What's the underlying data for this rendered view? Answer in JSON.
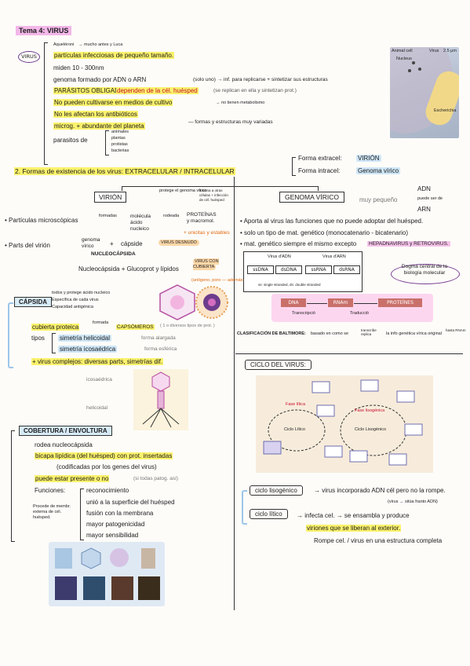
{
  "title": "Tema 4: VIRUS",
  "virus_label": "VIRUS",
  "intro": {
    "descoberta": "Aqueléroni",
    "descoberta_nota": "→ mucho antes y Luca",
    "items": [
      "partículas infecciosas de pequeño tamaño.",
      "miden 10 - 300nm",
      "genoma formado por ADN o ARN",
      "(solo uno) → inf. para replicarse + sintetizar sus estructuras",
      "PARÁSITOS OBLIGADOS:",
      "dependen de la cél. huésped",
      "(se replican en ella y sintetizan prot.)",
      "No pueden cultivarse en medios de cultivo",
      "→ no tienen metabolismo",
      "No les afectan los antibióticos",
      "microg. + abundante del planeta",
      "— formas y estructuras muy variadas",
      "parasitos de"
    ],
    "hosts": [
      "animales",
      "plantas",
      "protistas",
      "bacterias"
    ]
  },
  "photo_labels": {
    "animal": "Animal cell",
    "virus": "Virus",
    "size": "2.5 μm",
    "nucleus": "Nucleus",
    "bacterium": "Escherichia"
  },
  "section2": {
    "title": "2. Formas de existencia de los virus: EXTRACELULAR / INTRACELULAR",
    "extracel": "Forma extracel:",
    "virion_tag": "VIRIÓN",
    "intracel": "Forma intracel:",
    "genoma_tag": "Genoma vírico"
  },
  "virion": {
    "title": "VIRIÓN",
    "note": "protege el genoma vírico",
    "side_note": "fusiona a otras células + infección de cél. huésped",
    "particulas": "Partículas microscópicas",
    "formadas": "formadas",
    "molecula": "molécula ácido nucleico",
    "rodeada": "rodeada",
    "proteinas": "PROTEÍNAS y macromol.",
    "parts": "Parts del virión",
    "genoma": "genoma vírico",
    "capside": "cápside",
    "virus_desnudo": "VIRUS DESNUDO",
    "nucleocapsida": "NUCLEOCÁPSIDA",
    "unicitas": "+ unicitas y estables",
    "virus_con_cubierta": "VIRUS CON CUBIERTA",
    "nucleocap_sum": "Nucleocápsida + Glucoprot y lípidos",
    "fotograf_note": "(antígeno, poro — además)"
  },
  "capsida": {
    "title": "CÁPSIDA",
    "notes": [
      "todos y protege ácido nucleico",
      "Específica de cada virus",
      "Capacidad antigénica"
    ],
    "cubierta": "cubierta proteica",
    "formada": "formada",
    "capsomeros": "CAPSÓMEROS",
    "capsomeros_note": "( 1 o diversos tipos de prot. )",
    "tipos": "tipos",
    "simetria_helicoidal": "simetría helicoidal",
    "helicoidal_note": "forma alargada",
    "simetria_icosaedrica": "simetría icosaédrica",
    "icosaedrica_note": "forma esférica",
    "complejos": "+ virus complejos: diversas parts, simetrías dif.",
    "icosaedrica_label": "icosaédrica",
    "helicoidal_label": "helicoidal"
  },
  "cobertura": {
    "title": "COBERTURA / ENVOLTURA",
    "items": [
      "rodea nucleocápsida",
      "bicapa lipídica (del huésped) con prot. insertadas",
      "(codificadas por los genes del virus)",
      "puede estar presente o no",
      "(si todas patog. así)",
      "Funciones:"
    ],
    "funciones": [
      "reconocimiento",
      "unió a la superficie del huésped",
      "fusión con la membrana",
      "mayor patogenicidad",
      "mayor sensibilidad"
    ],
    "side": "Procede de membr. externa de cél. huésped."
  },
  "genoma": {
    "title": "GENOMA VÍRICO",
    "muy_pequeno": "muy pequeño",
    "adn": "ADN",
    "puede_ser": "puede ser de",
    "arn": "ARN",
    "b1": "Aporta al virus las funciones que no puede adoptar del huésped.",
    "b2": "solo un tipo de mat. genético (monocatenario - bicatenario)",
    "b3": "mat. genético siempre el mismo excepto",
    "hepadnavirus": "HEPADNAVIRUS y RETROVIRUS.",
    "adn_head": "Virus d'ADN",
    "arn_head": "Virus d'ARN",
    "types": [
      "ssDNA",
      "dsDNA",
      "ssRNA",
      "dsRNA"
    ],
    "legend": "ss: single stranded, ds: double stranded",
    "dogma": "Dogma central de la biología molecular",
    "dna": "DNA",
    "rna": "RNAm",
    "prot": "PROTEÏNES",
    "transcripcio": "Transcripció",
    "traduccio": "Traducció",
    "baltimore": "CLASIFICACIÓN DE BALTIMORE:",
    "balt_based": "basado en como se",
    "balt_repl": "transcribe replica",
    "balt_tail": "la info genética vírica original",
    "balt_end": "hasta RNAm"
  },
  "ciclo": {
    "title": "CICLO DEL VIRUS:",
    "fase_litica": "Fase lítica",
    "fase_lisogenica": "Fase lisogénica",
    "ciclo_litico": "Ciclo Lítico",
    "ciclo_lisogenico": "Ciclo Lisogénico",
    "lisogenico_title": "ciclo lisogénico",
    "lisogenico_text": "→ virus incorporado ADN cél pero no la rompe.",
    "lisogenico_note": "(virus → sitúa franto ADN)",
    "litico_title": "ciclo lítico",
    "litico_text": "→ infecta cel. → se ensambla y produce",
    "litico_text2": "viriones que se liberan al exterior.",
    "litico_text3": "Rompe cel. / virus en una estructura completa"
  },
  "colors": {
    "pink": "#f3b7e8",
    "yellow": "#fbf26d",
    "blue": "#cfe6f7",
    "orange": "#e06a10",
    "red": "#c8102e"
  }
}
